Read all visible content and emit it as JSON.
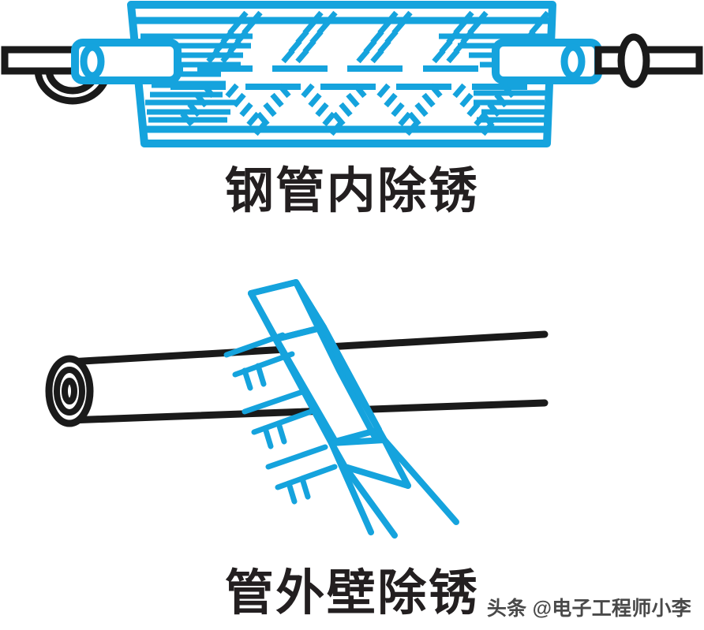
{
  "figure": {
    "title_top": "钢管内除锈",
    "title_bottom": "管外壁除锈",
    "watermark": "头条 @电子工程师小李",
    "colors": {
      "accent_blue": "#15a3dd",
      "ink_black": "#1a1a1a",
      "text_black": "#231f20",
      "background": "#ffffff"
    },
    "panels": [
      {
        "id": "panel-internal-descaling",
        "caption": "钢管内除锈",
        "description": "钢管内除锈：带旋转刷辊的内壁除锈头在钢管内部工作",
        "parts": [
          {
            "name": "pipe-section",
            "color": "#1a1a1a"
          },
          {
            "name": "brush-roller-body",
            "color": "#15a3dd"
          },
          {
            "name": "bristle-rows",
            "color": "#15a3dd"
          },
          {
            "name": "chevron-bristle-pattern",
            "color": "#15a3dd"
          },
          {
            "name": "left-bearing-collar",
            "color": "#15a3dd"
          },
          {
            "name": "right-bearing-collar",
            "color": "#15a3dd"
          },
          {
            "name": "drive-shaft",
            "color": "#1a1a1a"
          },
          {
            "name": "shaft-ring-nut",
            "color": "#1a1a1a"
          }
        ]
      },
      {
        "id": "panel-external-descaling",
        "caption": "管外壁除锈",
        "description": "管外壁除锈：手持式刷具沿管外壁打磨除锈",
        "parts": [
          {
            "name": "pipe-body",
            "color": "#1a1a1a"
          },
          {
            "name": "pipe-open-end",
            "color": "#1a1a1a"
          },
          {
            "name": "brush-handle-prism",
            "color": "#15a3dd"
          },
          {
            "name": "brush-bristle-tufts",
            "color": "#15a3dd"
          },
          {
            "name": "brush-trailing-strands",
            "color": "#15a3dd"
          }
        ]
      }
    ]
  }
}
